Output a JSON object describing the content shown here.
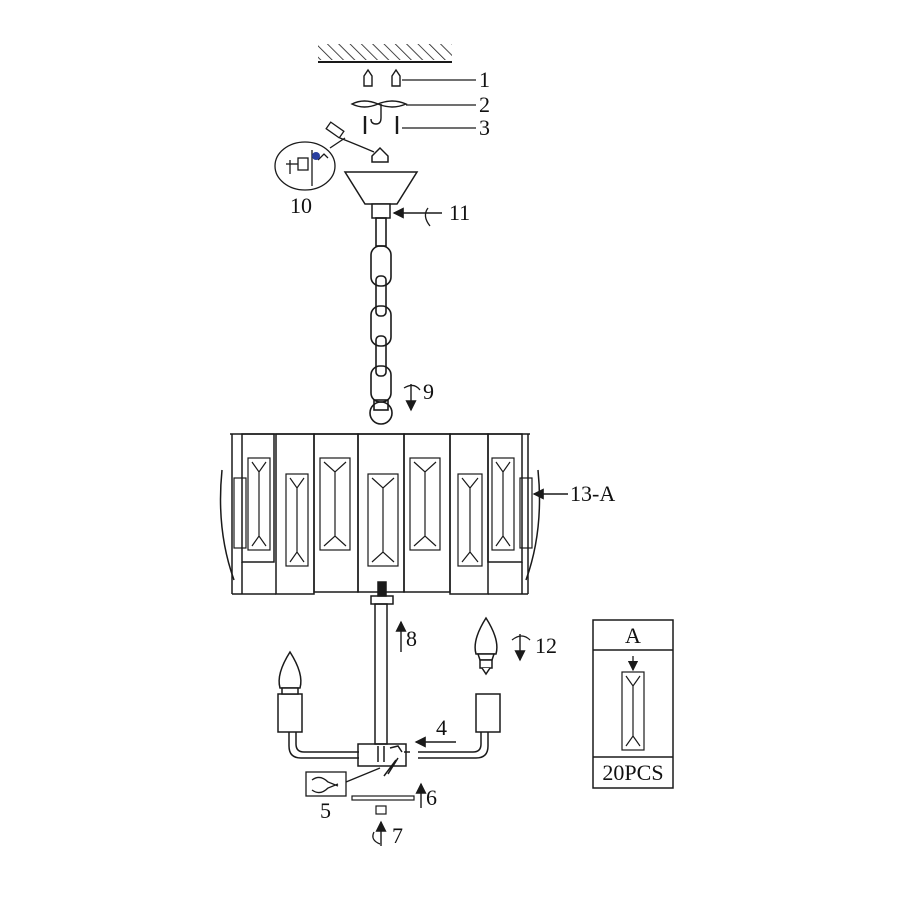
{
  "callouts": {
    "c1": "1",
    "c2": "2",
    "c3": "3",
    "c4": "4",
    "c5": "5",
    "c6": "6",
    "c7": "7",
    "c8": "8",
    "c9": "9",
    "c10": "10",
    "c11": "11",
    "c12": "12",
    "c13": "13-A"
  },
  "parts_box": {
    "title": "A",
    "quantity": "20PCS"
  },
  "colors": {
    "line": "#1a1a1a",
    "accent_blue": "#2a3f9e"
  }
}
